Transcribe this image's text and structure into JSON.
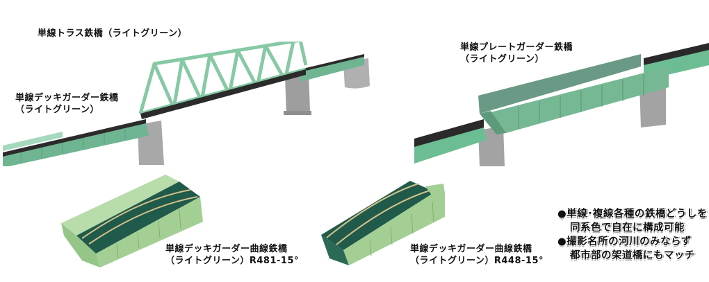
{
  "products": [
    {
      "id": "truss",
      "name": "単線トラス鉄橋",
      "color_label": "（ライトグリーン）"
    },
    {
      "id": "deck-girder",
      "name": "単線デッキガーダー鉄橋",
      "color_label": "（ライトグリーン）"
    },
    {
      "id": "plate-girder",
      "name": "単線プレートガーダー鉄橋",
      "color_label": "（ライトグリーン）"
    },
    {
      "id": "curved-r481",
      "name": "単線デッキガーダー曲線鉄橋",
      "color_label": "（ライトグリーン）R481-15°"
    },
    {
      "id": "curved-r448",
      "name": "単線デッキガーダー曲線鉄橋",
      "color_label": "（ライトグリーン）R448-15°"
    }
  ],
  "features": [
    {
      "line1": "●単線･複線各種の鉄橋どうしを",
      "line2": "同系色で自在に構成可能"
    },
    {
      "line1": "●撮影名所の河川のみならず",
      "line2": "都市部の架道橋にもマッチ"
    }
  ],
  "colors": {
    "bridge_green": "#7cc4a0",
    "bridge_green_dark": "#4e9a78",
    "curved_green": "#a9cf98",
    "track_dark": "#1f5a4a",
    "pier_gray": "#a9a9a9",
    "rail_tan": "#c8b27a"
  }
}
